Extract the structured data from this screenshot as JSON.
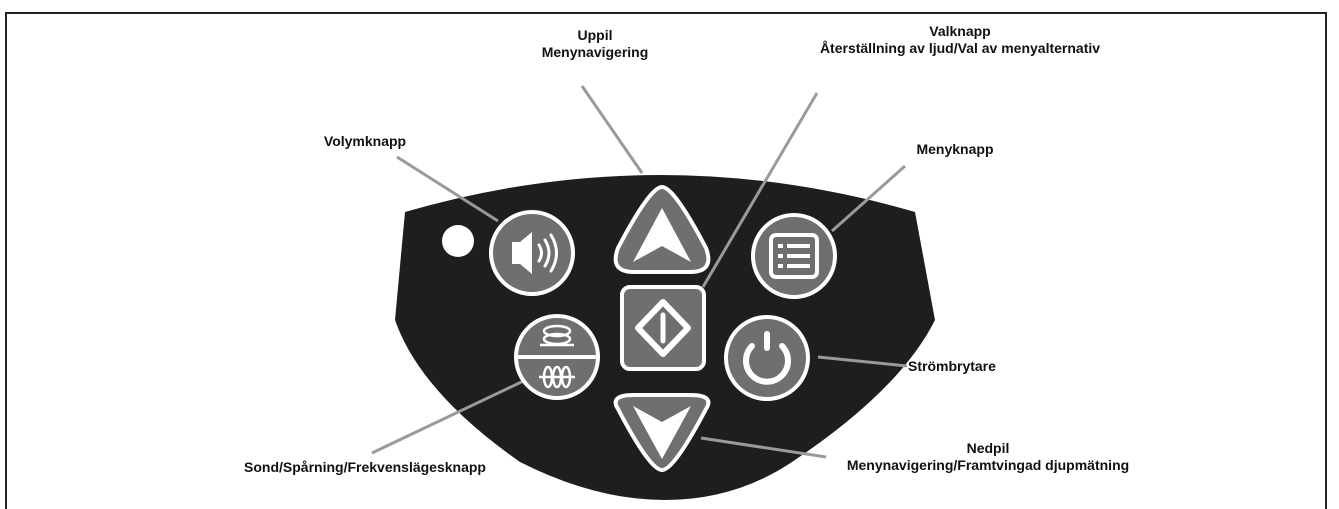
{
  "labels": {
    "uppil": {
      "line1": "Uppil",
      "line2": "Menynavigering"
    },
    "valknapp": {
      "line1": "Valknapp",
      "line2": "Återställning av ljud/Val av menyalternativ"
    },
    "volymknapp": {
      "line1": "Volymknapp"
    },
    "menyknapp": {
      "line1": "Menyknapp"
    },
    "strombrytare": {
      "line1": "Strömbrytare"
    },
    "sond": {
      "line1": "Sond/Spårning/Frekvenslägesknapp"
    },
    "nedpil": {
      "line1": "Nedpil",
      "line2": "Menynavigering/Framtvingad djupmätning"
    }
  },
  "colors": {
    "panel": "#1e1e1e",
    "button_fill": "#6f6f6f",
    "button_stroke": "#ffffff",
    "leader": "#9a9a9a"
  },
  "icons": [
    "led-indicator",
    "speaker-icon",
    "up-arrow-icon",
    "select-diamond-icon",
    "menu-list-icon",
    "mode-coil-icon",
    "power-icon",
    "down-arrow-icon"
  ]
}
